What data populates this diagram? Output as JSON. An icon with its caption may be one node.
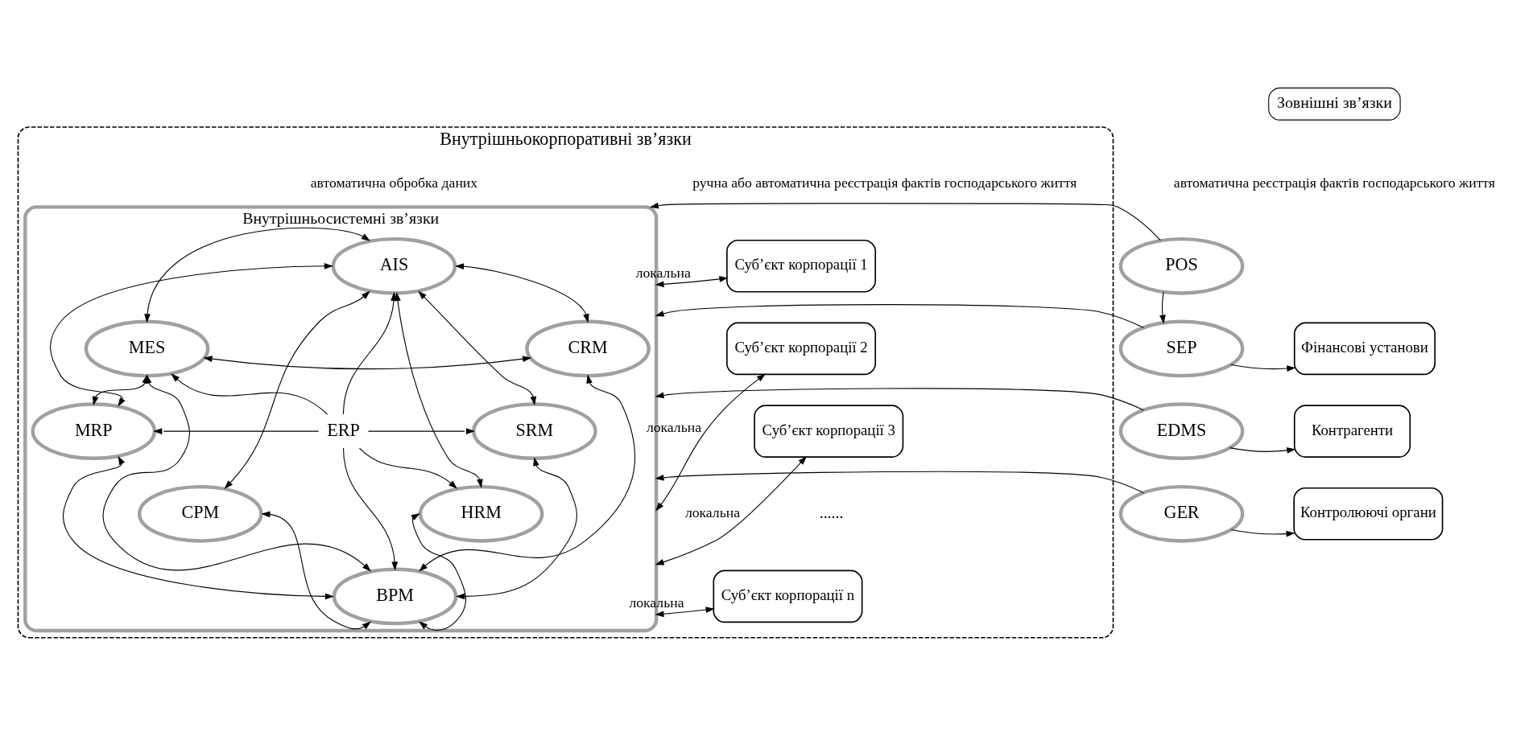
{
  "diagram": {
    "nodes": [
      {
        "text": [
          "Внутрішньокорпоративні зв’язки"
        ]
      },
      {
        "text": [
          "Внутрішньосистемні зв’язки"
        ],
        "in": 0
      },
      {
        "text": [
          "AIS"
        ],
        "in": 1
      },
      {
        "text": [
          "MES"
        ],
        "in": 1
      },
      {
        "text": [
          "CRM"
        ],
        "in": 1
      },
      {
        "text": [
          "MRP"
        ],
        "in": 1
      },
      {
        "text": [
          "ERP"
        ],
        "in": 1
      },
      {
        "text": [
          "SRM"
        ],
        "in": 1
      },
      {
        "text": [
          "CPM"
        ],
        "in": 1
      },
      {
        "text": [
          "HRM"
        ],
        "in": 1
      },
      {
        "text": [
          "BPM"
        ],
        "in": 1
      },
      {
        "text": [
          "Суб’єкт корпорації 1"
        ],
        "in": 0
      },
      {
        "text": [
          "Суб’єкт корпорації 2"
        ],
        "in": 0
      },
      {
        "text": [
          "Суб’єкт корпорації 3"
        ],
        "in": 0
      },
      {
        "text": [
          "Суб’єкт корпорації n"
        ],
        "in": 0
      },
      {
        "text": [
          "POS"
        ]
      },
      {
        "text": [
          "SEP"
        ]
      },
      {
        "text": [
          "EDMS"
        ]
      },
      {
        "text": [
          "GER"
        ]
      },
      {
        "text": [
          "Фінансові установи"
        ]
      },
      {
        "text": [
          "Контрагенти"
        ]
      },
      {
        "text": [
          "Контролюючі органи"
        ]
      }
    ],
    "edges": [
      {
        "from": 2,
        "to": 3,
        "arrow": "both"
      },
      {
        "from": 2,
        "to": 4,
        "arrow": "both"
      },
      {
        "from": 3,
        "to": 4,
        "arrow": "both"
      },
      {
        "from": 3,
        "to": 5,
        "arrow": "both"
      },
      {
        "from": 6,
        "to": 2,
        "arrow": "to"
      },
      {
        "from": 6,
        "to": 3,
        "arrow": "to"
      },
      {
        "from": 6,
        "to": 5,
        "arrow": "to"
      },
      {
        "from": 6,
        "to": 7,
        "arrow": "to"
      },
      {
        "from": 6,
        "to": 10,
        "arrow": "to"
      },
      {
        "from": 6,
        "to": 9,
        "arrow": "to"
      },
      {
        "from": 2,
        "to": 5,
        "arrow": "both"
      },
      {
        "from": 2,
        "to": 8,
        "arrow": "both"
      },
      {
        "from": 2,
        "to": 7,
        "arrow": "both"
      },
      {
        "from": 2,
        "to": 9,
        "arrow": "both"
      },
      {
        "from": 3,
        "to": 10,
        "arrow": "both"
      },
      {
        "from": 5,
        "to": 10,
        "arrow": "both"
      },
      {
        "from": 4,
        "to": 10,
        "arrow": "both"
      },
      {
        "from": 7,
        "to": 10,
        "arrow": "both"
      },
      {
        "from": 8,
        "to": 10,
        "arrow": "both"
      },
      {
        "from": 9,
        "to": 10,
        "arrow": "both"
      },
      {
        "from": 11,
        "to": 1,
        "arrow": "both",
        "label": "локальна"
      },
      {
        "from": 12,
        "to": 1,
        "arrow": "both",
        "label": "локальна"
      },
      {
        "from": 13,
        "to": 1,
        "arrow": "both",
        "label": "локальна"
      },
      {
        "from": 14,
        "to": 1,
        "arrow": "both",
        "label": "локальна"
      },
      {
        "from": 15,
        "to": 1,
        "arrow": "to"
      },
      {
        "from": 15,
        "to": 16,
        "arrow": "to"
      },
      {
        "from": 16,
        "to": 1,
        "arrow": "to"
      },
      {
        "from": 16,
        "to": 19,
        "arrow": "to"
      },
      {
        "from": 17,
        "to": 1,
        "arrow": "to"
      },
      {
        "from": 17,
        "to": 20,
        "arrow": "to"
      },
      {
        "from": 18,
        "to": 1,
        "arrow": "to"
      },
      {
        "from": 18,
        "to": 21,
        "arrow": "to"
      }
    ],
    "labels": [
      "ручна або автоматична реєстрація фактів господарського життя",
      "автоматична обробка даних",
      "......",
      "Зовнішні зв’язки",
      "автоматична реєстрація фактів господарського життя"
    ]
  }
}
